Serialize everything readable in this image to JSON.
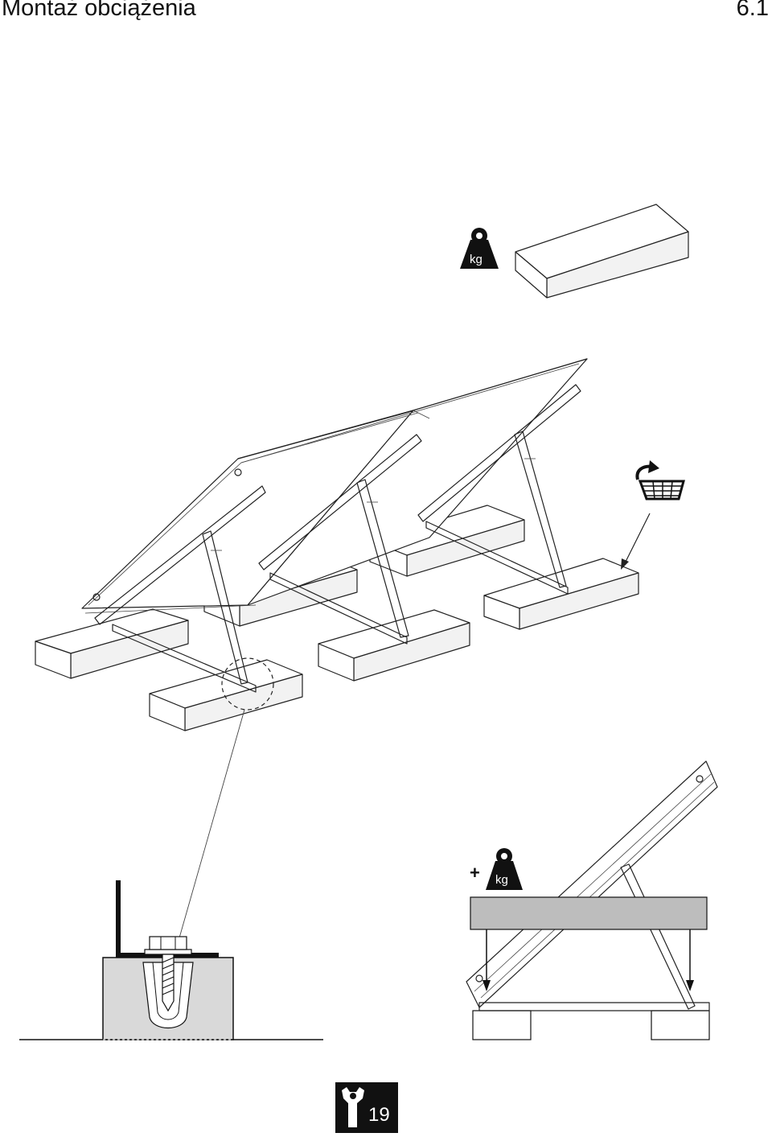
{
  "header": {
    "title": "Montaż obciążenia",
    "section_number": "6.1"
  },
  "weight_icon_label": "kg",
  "detail_plus_sign": "+",
  "footer": {
    "page_number": "19",
    "icon": "wrench-icon"
  }
}
